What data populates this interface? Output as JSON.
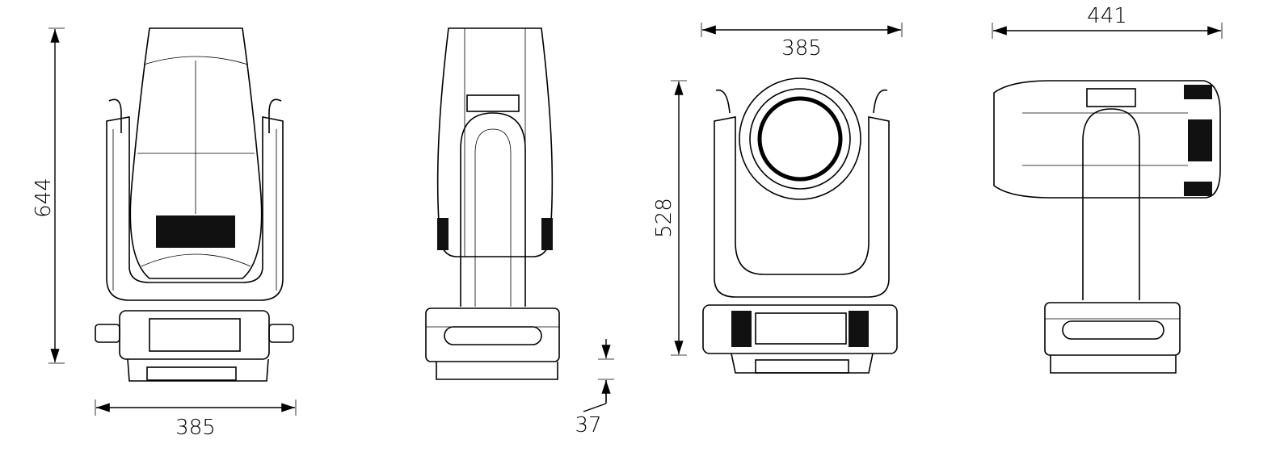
{
  "title": "Moving head fixture dimension drawing",
  "views": {
    "front": {
      "height_label": "644",
      "width_label": "385"
    },
    "side": {
      "base_label": "37"
    },
    "front_tilted": {
      "width_label": "385",
      "height_label": "528"
    },
    "side_tilted": {
      "length_label": "441"
    }
  },
  "colors": {
    "line": "#000000",
    "background": "#ffffff"
  }
}
